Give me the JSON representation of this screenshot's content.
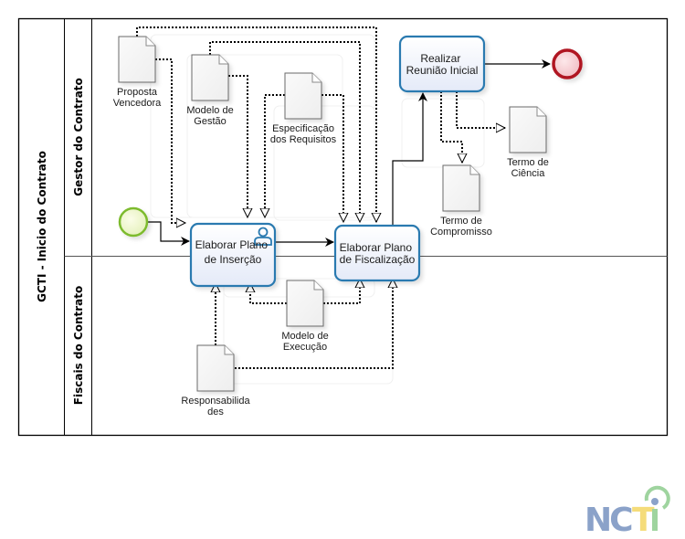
{
  "pool": {
    "title": "GCTI - Inicio do Contrato",
    "lanes": [
      {
        "id": "gestor",
        "label": "Gestor do Contrato"
      },
      {
        "id": "fiscais",
        "label": "Fiscais do Contrato"
      }
    ]
  },
  "events": {
    "start": {
      "type": "start-event",
      "color": "#8cc63f"
    },
    "end": {
      "type": "end-event",
      "color": "#c0141c"
    }
  },
  "tasks": [
    {
      "id": "elaborar-insercao",
      "lines": [
        "Elaborar Plano",
        "de Inserção"
      ],
      "icon": "user-icon"
    },
    {
      "id": "elaborar-fiscalizacao",
      "lines": [
        "Elaborar Plano",
        "de Fiscalização"
      ]
    },
    {
      "id": "realizar-reuniao",
      "lines": [
        "Realizar",
        "Reunião Inicial"
      ]
    }
  ],
  "documents": [
    {
      "id": "proposta-vencedora",
      "lines": [
        "Proposta",
        "Vencedora"
      ]
    },
    {
      "id": "modelo-gestao",
      "lines": [
        "Modelo de",
        "Gestão"
      ]
    },
    {
      "id": "especificacao-requisitos",
      "lines": [
        "Especificação",
        "dos Requisitos"
      ]
    },
    {
      "id": "termo-ciencia",
      "lines": [
        "Termo de",
        "Ciência"
      ]
    },
    {
      "id": "termo-compromisso",
      "lines": [
        "Termo de",
        "Compromisso"
      ]
    },
    {
      "id": "modelo-execucao",
      "lines": [
        "Modelo de",
        "Execução"
      ]
    },
    {
      "id": "responsabilidades",
      "lines": [
        "Responsabilida",
        "des"
      ]
    }
  ],
  "logo": {
    "text": "NCTI",
    "colors": {
      "nc": "#8ba2c9",
      "t": "#f5dc7a",
      "i": "#9fd49f"
    }
  },
  "colors": {
    "task_border": "#2a7ab0",
    "task_fill": "#eef2fb"
  }
}
